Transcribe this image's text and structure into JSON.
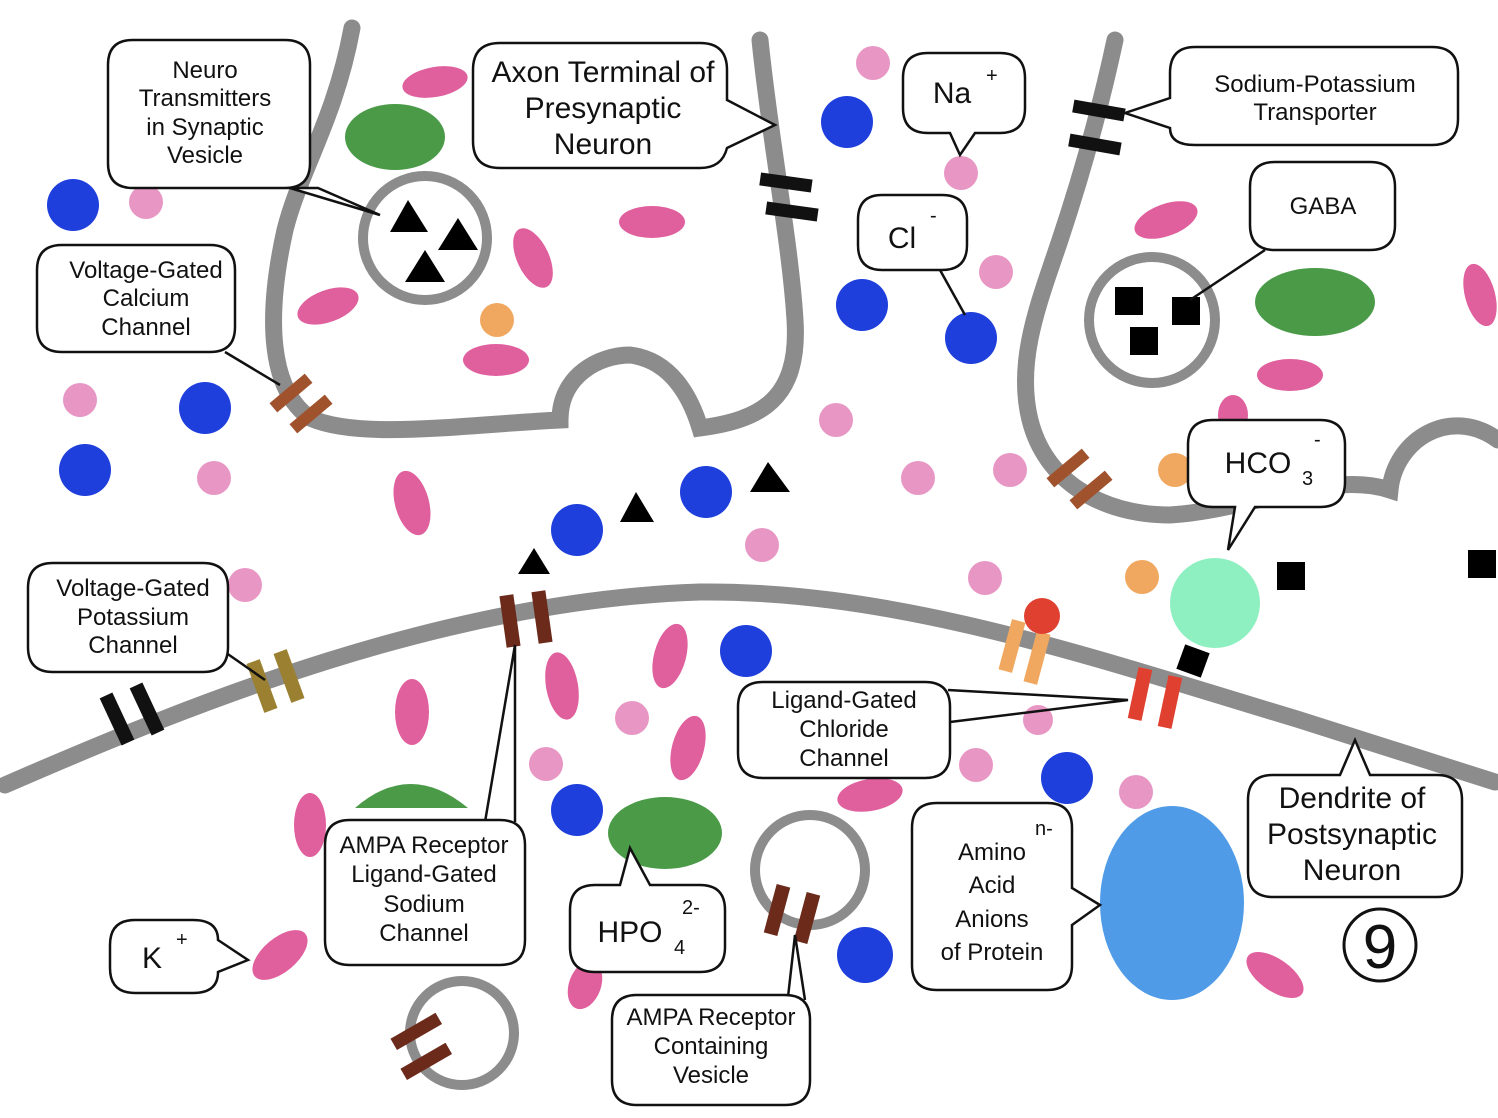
{
  "labels": {
    "neuro_vesicle": [
      "Neuro",
      "Transmitters",
      "in Synaptic",
      "Vesicle"
    ],
    "axon_terminal": [
      "Axon Terminal of",
      "Presynaptic",
      "Neuron"
    ],
    "na": {
      "symbol": "Na",
      "charge": "+"
    },
    "cl": {
      "symbol": "Cl",
      "charge": "-"
    },
    "na_k_transporter": [
      "Sodium-Potassium",
      "Transporter"
    ],
    "gaba": "GABA",
    "vg_calcium": [
      "Voltage-Gated",
      "Calcium",
      "Channel"
    ],
    "hco3": {
      "symbol": "HCO",
      "subscript": "3",
      "charge": "-"
    },
    "vg_potassium": [
      "Voltage-Gated",
      "Potassium",
      "Channel"
    ],
    "ligand_chloride": [
      "Ligand-Gated",
      "Chloride",
      "Channel"
    ],
    "dendrite": [
      "Dendrite of",
      "Postsynaptic",
      "Neuron"
    ],
    "ampa_receptor": [
      "AMPA Receptor",
      "Ligand-Gated",
      "Sodium",
      "Channel"
    ],
    "hpo4": {
      "symbol": "HPO",
      "subscript": "4",
      "charge": "2-"
    },
    "amino_acid": {
      "lines": [
        "Amino",
        "Acid",
        "Anions",
        "of Protein"
      ],
      "charge": "n-"
    },
    "k": {
      "symbol": "K",
      "charge": "+"
    },
    "ampa_vesicle": [
      "AMPA Receptor",
      "Containing",
      "Vesicle"
    ]
  },
  "page_number": "9",
  "colors": {
    "membrane": "#8c8c8c",
    "sodium_pink": "#e896c4",
    "protein_pink": "#e0609e",
    "chloride_blue": "#1f3fdc",
    "green": "#4a9a48",
    "calcium_orange": "#f0a860",
    "hco3_mint": "#8ef0c0",
    "anion_blue": "#4f9be8",
    "calcium_channel": "#a0522d",
    "ampa_channel": "#6b2a1a",
    "potassium_channel": "#9a8030",
    "chloride_channel": "#e04030"
  }
}
